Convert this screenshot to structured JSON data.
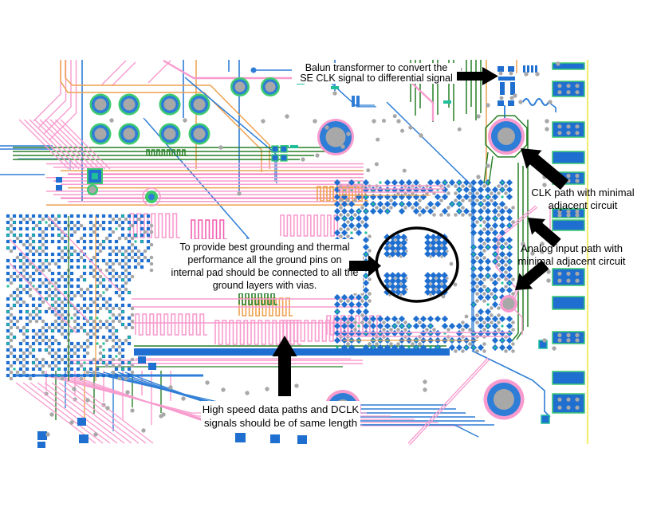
{
  "annotations": {
    "balun": {
      "lines": [
        "Balun transformer to convert the",
        "SE CLK signal to differential signal"
      ]
    },
    "clk_path": {
      "lines": [
        "CLK path with minimal",
        "adjacent circuit"
      ]
    },
    "analog_input": {
      "lines": [
        "Analog input path with",
        "minimal adjacent circuit"
      ]
    },
    "grounding": {
      "lines": [
        "To provide best grounding and thermal",
        "performance all the ground pins on",
        "internal pad should be connected to all the",
        "ground layers with vias."
      ]
    },
    "high_speed": {
      "lines": [
        "High speed data paths and DCLK",
        "signals should be of same length"
      ]
    }
  },
  "colors": {
    "pink": "#f89bce",
    "pink_dark": "#f25fb0",
    "orange": "#eea14e",
    "green": "#267f26",
    "pad_green": "#3dcb6e",
    "blue": "#2e7dd6",
    "bus_blue": "#1f6fd0",
    "blue_light": "#86b6ea",
    "teal": "#1fbf9a",
    "gray": "#a8a8a8",
    "yellow": "#f3ee72",
    "arrow": "#000000",
    "text": "#000000",
    "background": "#ffffff"
  }
}
